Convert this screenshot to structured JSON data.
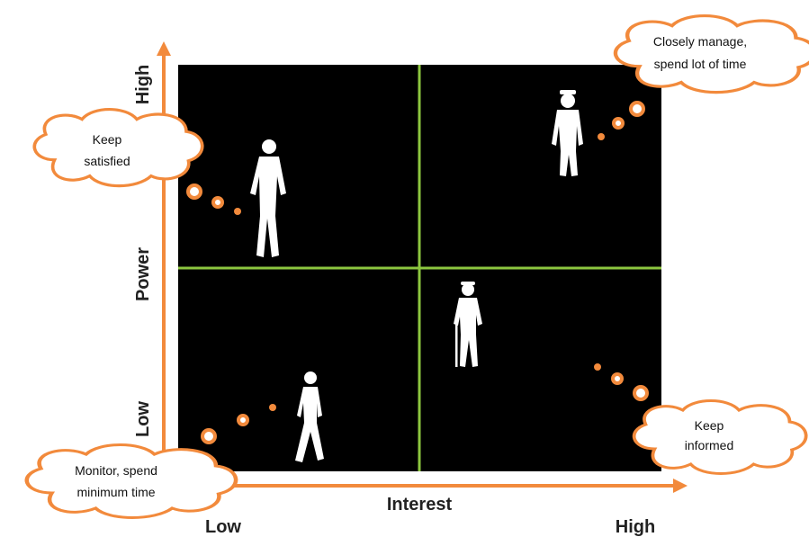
{
  "axes": {
    "y_title": "Power",
    "y_high": "High",
    "y_low": "Low",
    "x_title": "Interest",
    "x_low": "Low",
    "x_high": "High"
  },
  "quadrants": {
    "top_left": {
      "line1": "Keep",
      "line2": "satisfied"
    },
    "top_right": {
      "line1": "Closely manage,",
      "line2": "spend lot of time"
    },
    "bottom_left": {
      "line1": "Monitor, spend",
      "line2": "minimum time"
    },
    "bottom_right": {
      "line1": "Keep",
      "line2": "informed"
    }
  },
  "colors": {
    "axis": "#f28a3c",
    "grid_divider": "#8cc63f",
    "matrix_bg": "#000000",
    "cloud_border": "#f28a3c",
    "silhouette": "#ffffff"
  },
  "icons": [
    "person-walking-icon",
    "person-uniform-icon",
    "person-elderly-cane-icon",
    "person-casual-walking-icon"
  ]
}
